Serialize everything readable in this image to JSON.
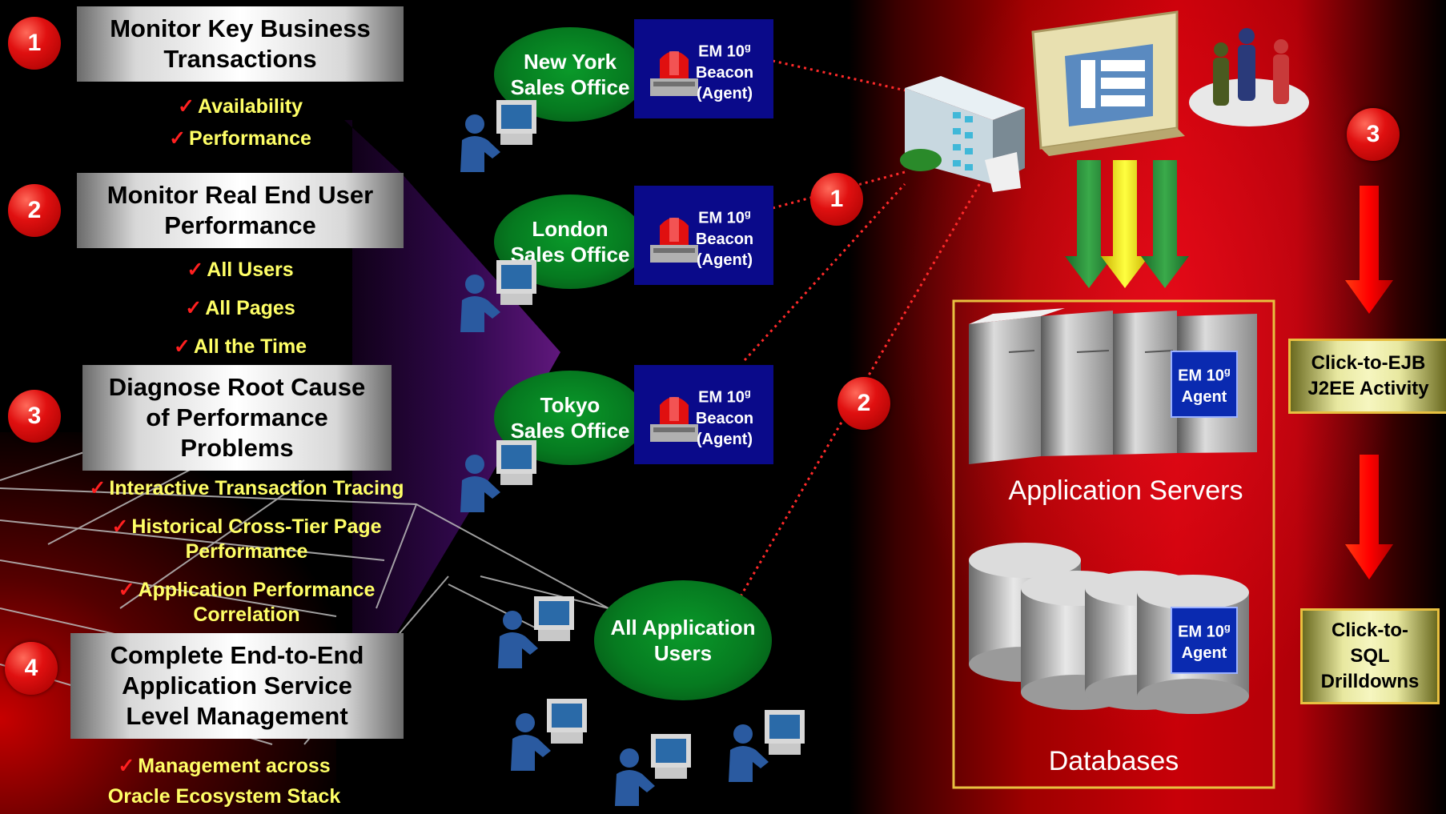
{
  "steps": {
    "step1": {
      "number": "1",
      "title_line1": "Monitor Key Business",
      "title_line2": "Transactions",
      "items": [
        "Availability",
        "Performance"
      ]
    },
    "step2": {
      "number": "2",
      "title_line1": "Monitor Real End User",
      "title_line2": "Performance",
      "items": [
        "All Users",
        "All Pages",
        "All the Time"
      ]
    },
    "step3": {
      "number": "3",
      "title_line1": "Diagnose Root Cause",
      "title_line2": "of Performance",
      "title_line3": "Problems",
      "items": [
        "Interactive Transaction Tracing",
        "Historical Cross-Tier Page",
        "Performance",
        "Application Performance",
        "Correlation"
      ]
    },
    "step4": {
      "number": "4",
      "title_line1": "Complete End-to-End",
      "title_line2": "Application Service",
      "title_line3": "Level Management",
      "items": [
        "Management across",
        "Oracle Ecosystem Stack"
      ]
    }
  },
  "offices": [
    {
      "line1": "New York",
      "line2": "Sales Office"
    },
    {
      "line1": "London",
      "line2": "Sales Office"
    },
    {
      "line1": "Tokyo",
      "line2": "Sales Office"
    }
  ],
  "beacon": {
    "line1": "EM 10",
    "sup": "g",
    "line2": "Beacon",
    "line3": "(Agent)"
  },
  "all_users": {
    "line1": "All Application",
    "line2": "Users"
  },
  "markers": {
    "m1": "1",
    "m2": "2",
    "m3": "3"
  },
  "agent": {
    "line1": "EM 10",
    "sup": "g",
    "line2": "Agent"
  },
  "tiers": {
    "app_servers": "Application Servers",
    "databases": "Databases"
  },
  "drilldowns": {
    "ejb_line1": "Click-to-EJB",
    "ejb_line2": "J2EE Activity",
    "sql_line1": "Click-to-",
    "sql_line2": "SQL",
    "sql_line3": "Drilldowns"
  },
  "colors": {
    "marker_red": "#e01010",
    "office_green": "#067a20",
    "beacon_blue": "#0a0a8a",
    "bullet_yellow": "#ffff66",
    "check_red": "#ff2020"
  }
}
